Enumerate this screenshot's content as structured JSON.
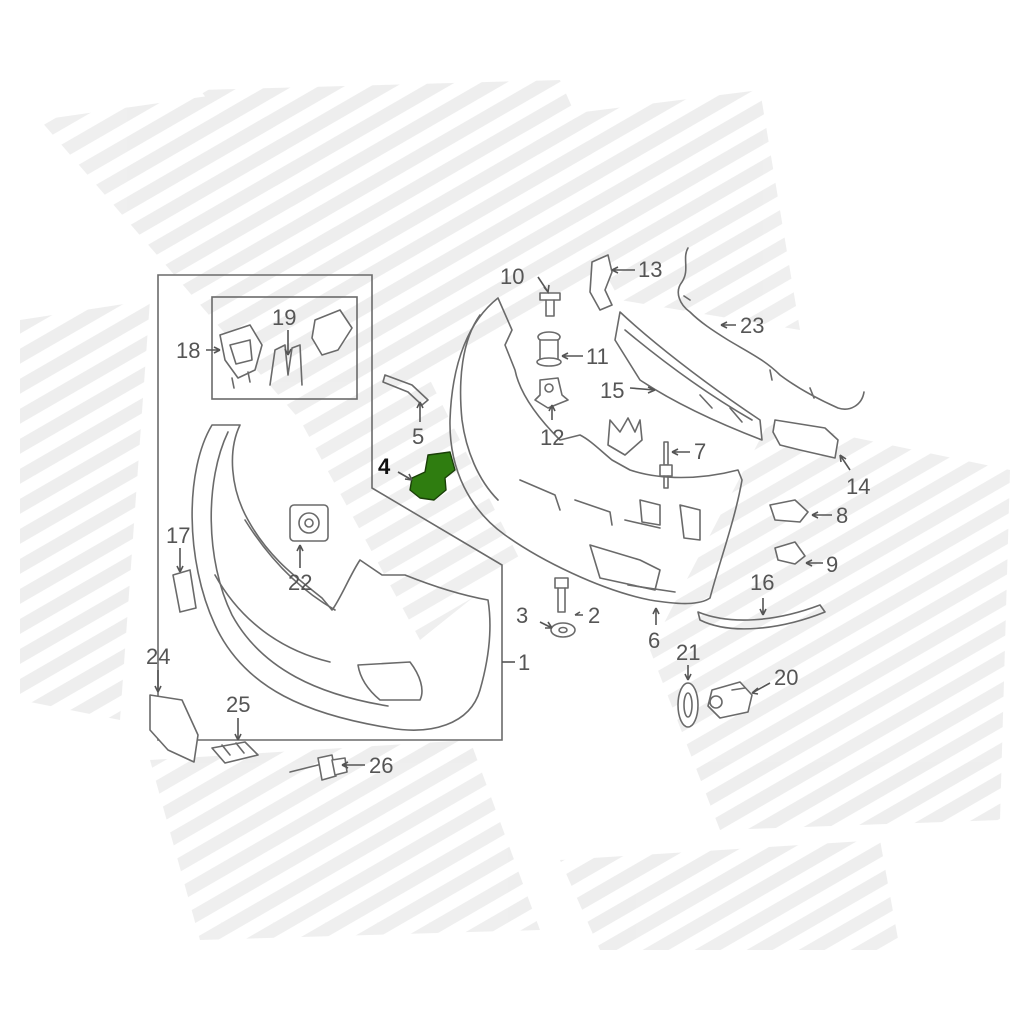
{
  "colors": {
    "line": "#6a6a6a",
    "label": "#555555",
    "highlight_part": "#2f7d10",
    "highlight_label": "#111111",
    "watermark": "#ececec"
  },
  "highlighted_part": "4",
  "labels": [
    "1",
    "2",
    "3",
    "4",
    "5",
    "6",
    "7",
    "8",
    "9",
    "10",
    "11",
    "12",
    "13",
    "14",
    "15",
    "16",
    "17",
    "18",
    "19",
    "20",
    "21",
    "22",
    "23",
    "24",
    "25",
    "26"
  ]
}
